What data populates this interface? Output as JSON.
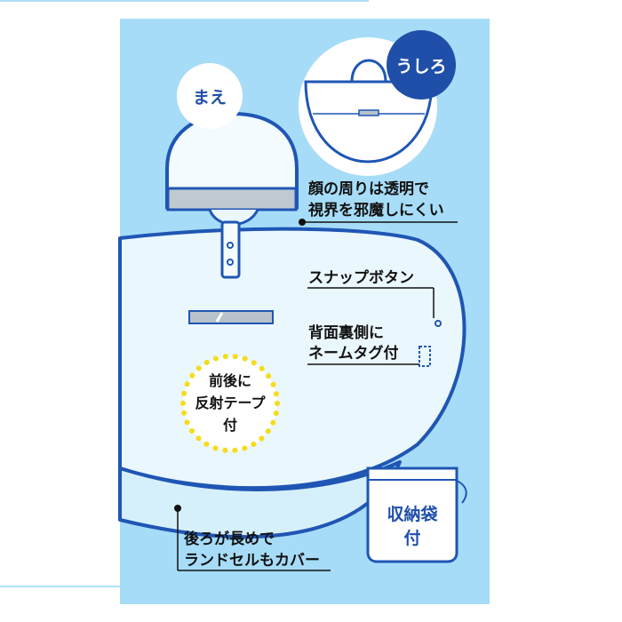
{
  "labels": {
    "front": "まえ",
    "back": "うしろ",
    "face_line1": "顔の周りは透明で",
    "face_line2": "視界を邪魔しにくい",
    "snap": "スナップボタン",
    "nametag_line1": "背面裏側に",
    "nametag_line2": "ネームタグ付",
    "reflect_line1": "前後に",
    "reflect_line2": "反射テープ",
    "reflect_line3": "付",
    "bag_line1": "収納袋",
    "bag_line2": "付",
    "long_line1": "後ろが長めで",
    "long_line2": "ランドセルもカバー"
  },
  "colors": {
    "panel": "#a6dcf7",
    "outline": "#1f56b4",
    "garment": "#eaf7fd",
    "badge_front": "#ffffff",
    "badge_back": "#1f4fa8",
    "dots": "#f5dc1e",
    "reflective": "#b8c2cc",
    "frame_lines": "#aee0f7"
  }
}
